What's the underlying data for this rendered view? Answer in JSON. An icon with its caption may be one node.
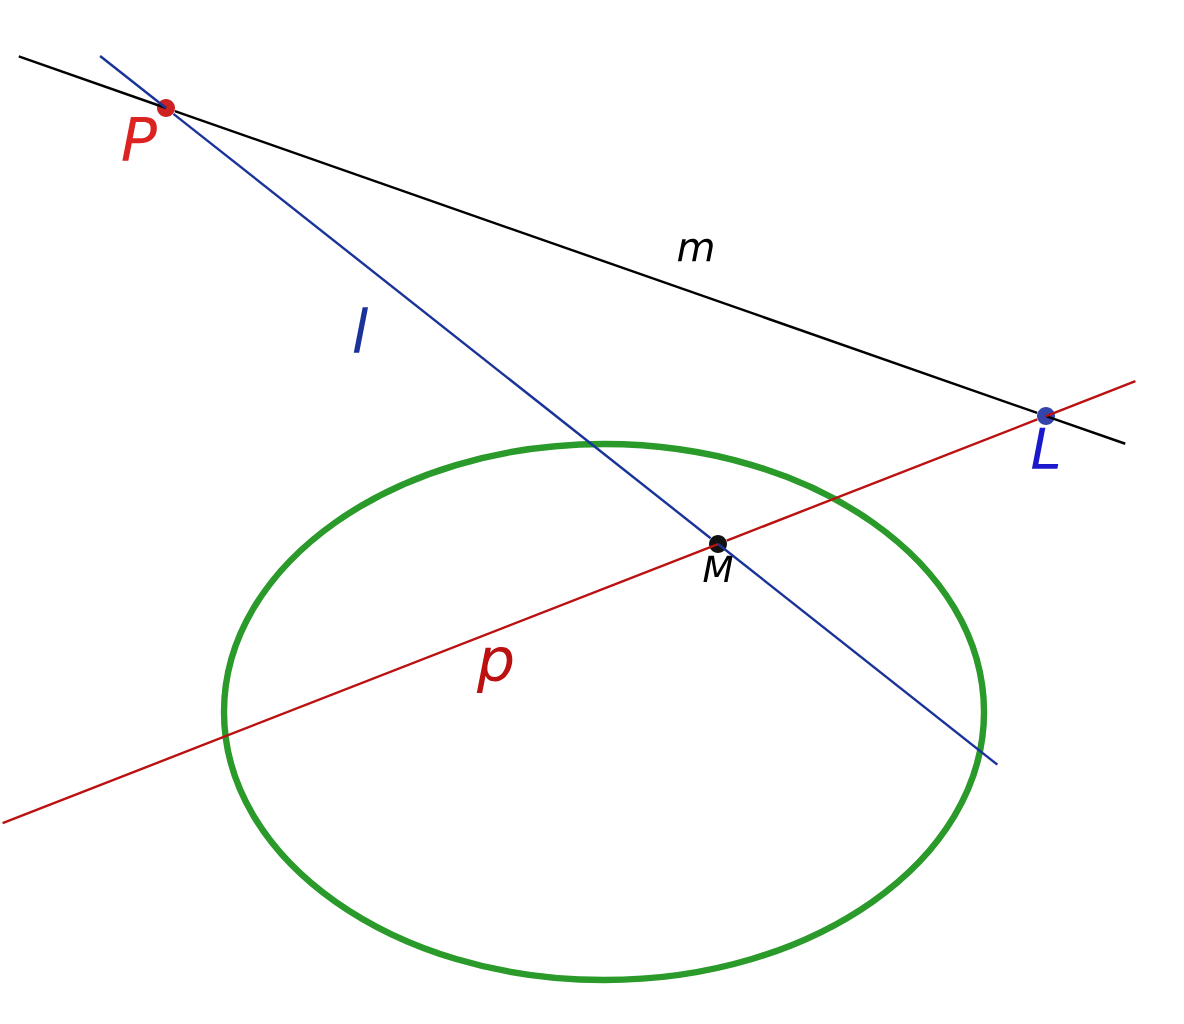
{
  "diagram": {
    "nodes": [
      {
        "text": [
          "P"
        ]
      },
      {
        "text": [
          "L"
        ]
      },
      {
        "text": [
          "M"
        ]
      }
    ],
    "edges": [
      {
        "from": 0,
        "to": 1,
        "arrow": "none",
        "label": "m",
        "color": "#000000"
      },
      {
        "from": 0,
        "to": 2,
        "arrow": "none",
        "label": "l",
        "color": "#1a3399"
      },
      {
        "from": 2,
        "to": 1,
        "arrow": "none",
        "label": "p",
        "color": "#bb1111"
      }
    ]
  }
}
